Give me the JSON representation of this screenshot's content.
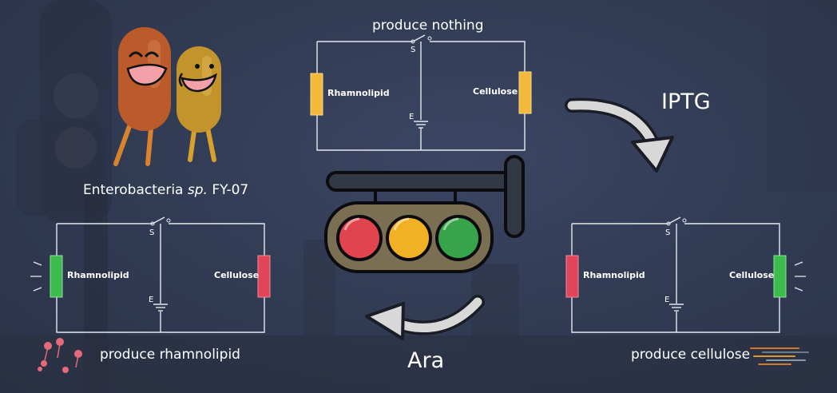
{
  "colors": {
    "background": "#323c55",
    "red": "#e0455a",
    "yellow": "#f3b93c",
    "green": "#3dbb4d",
    "wire": "#e6e8ef"
  },
  "organism": {
    "label_prefix": "Enterobacteria ",
    "label_italic": "sp.",
    "label_suffix": " FY-07"
  },
  "circuits": {
    "top": {
      "title": "produce nothing",
      "switch_label": "S",
      "ground_label": "E",
      "left_gene": "Rhamnolipid",
      "right_gene": "Cellulose",
      "left_state": "yellow",
      "right_state": "yellow"
    },
    "left": {
      "caption": "produce rhamnolipid",
      "switch_label": "S",
      "ground_label": "E",
      "left_gene": "Rhamnolipid",
      "right_gene": "Cellulose",
      "left_state": "green",
      "right_state": "red"
    },
    "right": {
      "caption": "produce cellulose",
      "switch_label": "S",
      "ground_label": "E",
      "left_gene": "Rhamnolipid",
      "right_gene": "Cellulose",
      "left_state": "red",
      "right_state": "green"
    }
  },
  "inducers": {
    "iptg": "IPTG",
    "ara": "Ara"
  }
}
